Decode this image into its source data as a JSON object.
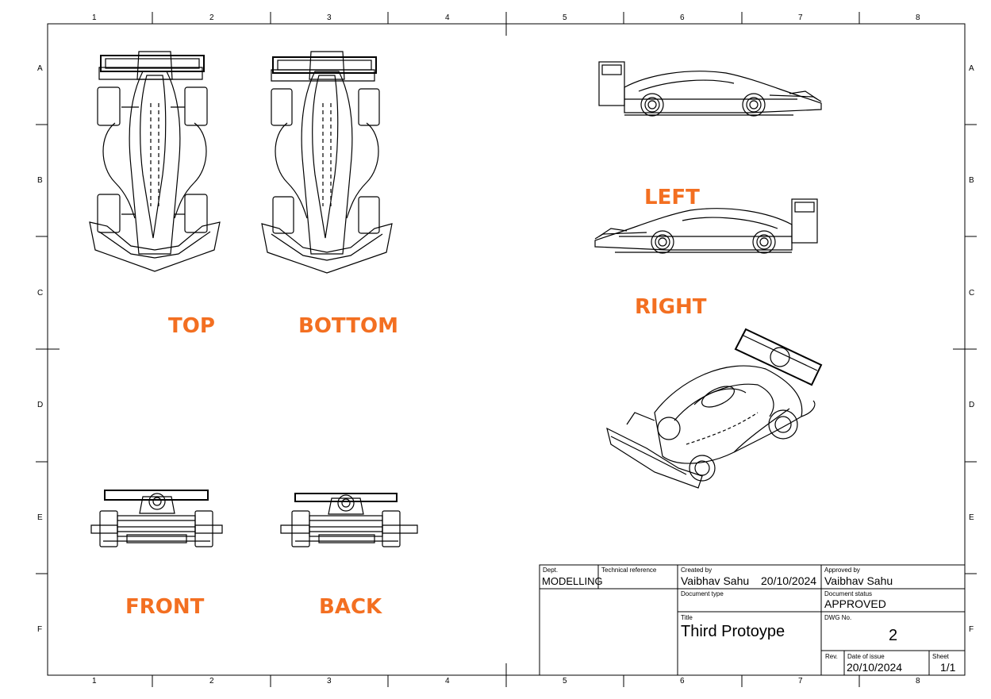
{
  "frame": {
    "columns": [
      "1",
      "2",
      "3",
      "4",
      "5",
      "6",
      "7",
      "8"
    ],
    "rows": [
      "A",
      "B",
      "C",
      "D",
      "E",
      "F"
    ]
  },
  "views": {
    "top": "TOP",
    "bottom": "BOTTOM",
    "left": "LEFT",
    "right": "RIGHT",
    "front": "FRONT",
    "back": "BACK"
  },
  "title_block": {
    "dept_label": "Dept.",
    "dept": "MODELLING",
    "tech_ref_label": "Technical reference",
    "created_by_label": "Created by",
    "created_by": "Vaibhav Sahu",
    "created_date": "20/10/2024",
    "approved_by_label": "Approved by",
    "approved_by": "Vaibhav Sahu",
    "doc_type_label": "Document type",
    "doc_status_label": "Document status",
    "doc_status": "APPROVED",
    "title_label": "Title",
    "title": "Third Protoype",
    "dwg_label": "DWG No.",
    "dwg_no": "2",
    "rev_label": "Rev.",
    "issue_label": "Date of issue",
    "issue_date": "20/10/2024",
    "sheet_label": "Sheet",
    "sheet": "1/1"
  },
  "colors": {
    "label_orange": "#f36f21",
    "line": "#000000"
  }
}
